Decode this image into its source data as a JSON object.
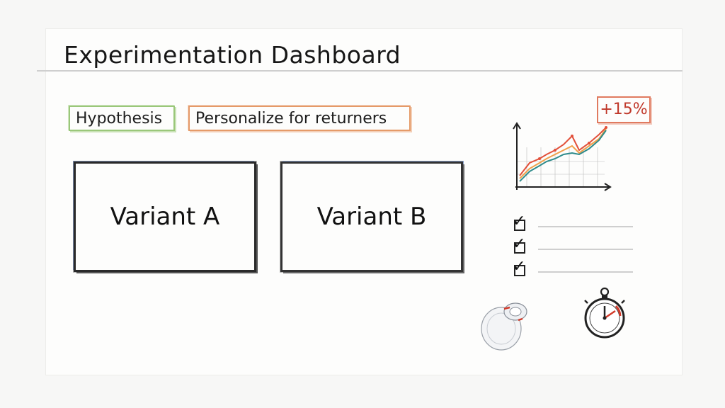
{
  "header": {
    "title": "Experimentation Dashboard"
  },
  "hypothesis": {
    "label": "Hypothesis",
    "text": "Personalize for returners"
  },
  "variants": [
    {
      "label": "Variant A"
    },
    {
      "label": "Variant B"
    }
  ],
  "metric": {
    "lift_label": "+15%"
  },
  "checklist": {
    "items_checked": [
      true,
      true,
      true
    ]
  },
  "icons": [
    "dial-icon",
    "stopwatch-icon",
    "line-chart-icon",
    "checkbox-icon"
  ],
  "colors": {
    "hypothesis_accent": "#9ac77a",
    "text_accent": "#e59a68",
    "lift": "#c0392b",
    "series_red": "#e2503a",
    "series_orange": "#f0a04b",
    "series_teal": "#2e8b8b"
  }
}
